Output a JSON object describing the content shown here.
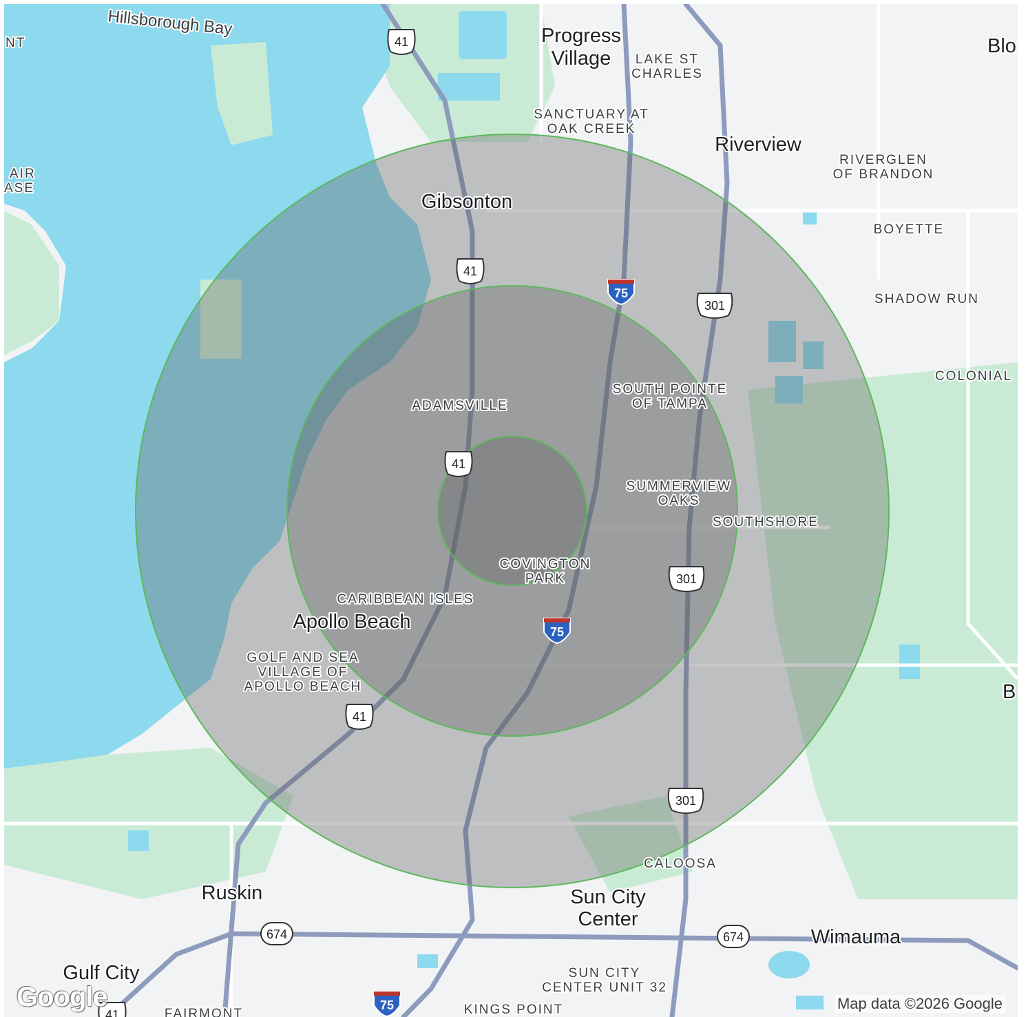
{
  "map": {
    "attribution": "Map data ©2026 Google",
    "logo": "Google",
    "colors": {
      "water": "#8dd9ed",
      "land": "#f2f3f4",
      "park": "#c9ebd5",
      "road": "#ffffff",
      "highway": "#8d9bbd",
      "ring_fill": "#5f5f5f",
      "ring_stroke": "#5cb85c"
    },
    "place_labels": {
      "bay": "Hillsborough Bay",
      "progress_village_1": "Progress",
      "progress_village_2": "Village",
      "lake_st_charles_1": "LAKE ST",
      "lake_st_charles_2": "CHARLES",
      "sanctuary_1": "SANCTUARY AT",
      "sanctuary_2": "OAK CREEK",
      "riverview": "Riverview",
      "riverglen_1": "RIVERGLEN",
      "riverglen_2": "OF BRANDON",
      "gibsonton": "Gibsonton",
      "boyette": "BOYETTE",
      "shadow_run": "SHADOW RUN",
      "colonial": "COLONIAL",
      "south_pointe_1": "SOUTH POINTE",
      "south_pointe_2": "OF TAMPA",
      "adamsville": "ADAMSVILLE",
      "summerview_1": "SUMMERVIEW",
      "summerview_2": "OAKS",
      "southshore": "SOUTHSHORE",
      "covington_1": "COVINGTON",
      "covington_2": "PARK",
      "caribbean_isles": "CARIBBEAN ISLES",
      "apollo_beach": "Apollo Beach",
      "golf_sea_1": "GOLF AND SEA",
      "golf_sea_2": "VILLAGE OF",
      "golf_sea_3": "APOLLO BEACH",
      "caloosa": "CALOOSA",
      "ruskin": "Ruskin",
      "sun_city_1": "Sun City",
      "sun_city_2": "Center",
      "wimauma": "Wimauma",
      "gulf_city": "Gulf City",
      "sun_city_unit_1": "SUN CITY",
      "sun_city_unit_2": "CENTER UNIT 32",
      "kings_point": "KINGS POINT",
      "fairmont": "FAIRMONT",
      "edge_nt": "NT",
      "edge_air": "AIR",
      "edge_ase": "ASE",
      "edge_blo": "Blo",
      "edge_b": "B"
    },
    "shields": {
      "us41_a": "41",
      "us41_b": "41",
      "us41_c": "41",
      "us41_d": "41",
      "us41_e": "41",
      "i75_a": "75",
      "i75_b": "75",
      "i75_c": "75",
      "us301_a": "301",
      "us301_b": "301",
      "us301_c": "301",
      "sr674_a": "674",
      "sr674_b": "674"
    }
  }
}
